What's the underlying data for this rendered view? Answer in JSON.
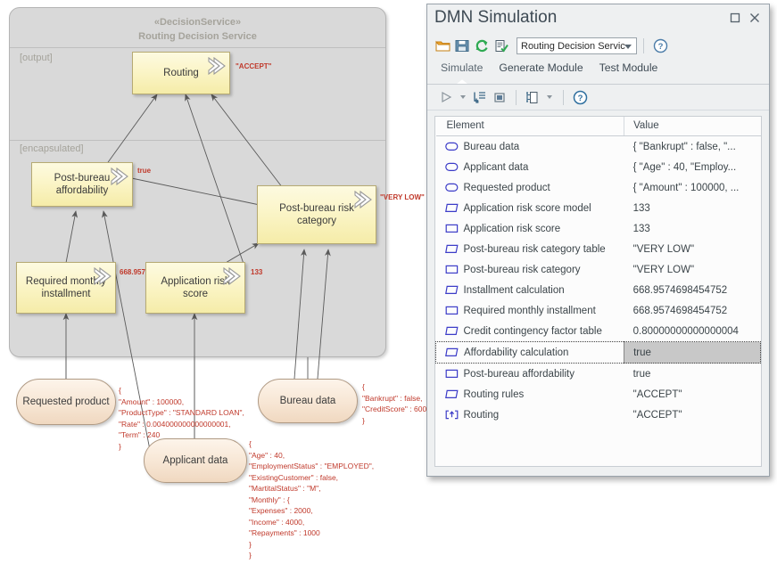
{
  "diagram": {
    "decision_service": {
      "stereotype": "«DecisionService»",
      "name": "Routing Decision Service",
      "output_label": "[output]",
      "encapsulated_label": "[encapsulated]"
    },
    "decisions": [
      {
        "id": "routing",
        "label": "Routing"
      },
      {
        "id": "post-bureau-affordability",
        "label": "Post-bureau\naffordability"
      },
      {
        "id": "post-bureau-risk-category",
        "label": "Post-bureau risk category"
      },
      {
        "id": "required-monthly-installment",
        "label": "Required monthly\ninstallment"
      },
      {
        "id": "application-risk-score",
        "label": "Application risk score"
      }
    ],
    "input_data": [
      {
        "id": "requested-product",
        "label": "Requested product"
      },
      {
        "id": "applicant-data",
        "label": "Applicant data"
      },
      {
        "id": "bureau-data",
        "label": "Bureau data"
      }
    ],
    "annotations": {
      "routing": "\"ACCEPT\"",
      "post_bureau_affordability": "true",
      "post_bureau_risk_category": "\"VERY LOW\"",
      "required_monthly_installment": "668.9574698454752",
      "application_risk_score": "133",
      "requested_product_value": "{\n\"Amount\" : 100000,\n\"ProductType\" : \"STANDARD LOAN\",\n\"Rate\" : 0.004000000000000001,\n\"Term\" : 240\n}",
      "applicant_data_value": "{\n\"Age\" : 40,\n\"EmploymentStatus\" : \"EMPLOYED\",\n\"ExistingCustomer\" : false,\n\"MartitalStatus\" : \"M\",\n\"Monthly\" : {\n\"Expenses\" : 2000,\n\"Income\" : 4000,\n\"Repayments\" : 1000\n}\n}",
      "bureau_data_value": "{\n\"Bankrupt\" : false,\n\"CreditScore\" : 600\n}"
    },
    "colors": {
      "decision_fill": "#fbf5c8",
      "decision_border": "#b6aa73",
      "input_fill": "#f7e6d4",
      "input_border": "#b09a84",
      "service_fill": "#d9d9d9",
      "annotation_text": "#c0392b"
    }
  },
  "window": {
    "title": "DMN Simulation",
    "maximize_label": "❐",
    "close_label": "✕",
    "toolbar_primary": [
      {
        "name": "open-icon",
        "tooltip": "Open"
      },
      {
        "name": "save-icon",
        "tooltip": "Save"
      },
      {
        "name": "refresh-icon",
        "tooltip": "Refresh"
      },
      {
        "name": "validate-icon",
        "tooltip": "Validate"
      }
    ],
    "combo": {
      "value": "Routing Decision Servic",
      "options": [
        "Routing Decision Service"
      ]
    },
    "help_label": "?",
    "tabs": [
      {
        "id": "simulate",
        "label": "Simulate",
        "active": true
      },
      {
        "id": "generate-module",
        "label": "Generate Module",
        "active": false
      },
      {
        "id": "test-module",
        "label": "Test Module",
        "active": false
      }
    ],
    "toolbar_secondary": [
      {
        "name": "run-icon",
        "tooltip": "Run"
      },
      {
        "name": "step-into-icon",
        "tooltip": "Step Into"
      },
      {
        "name": "stop-icon",
        "tooltip": "Stop"
      },
      {
        "name": "new-dataset-icon",
        "tooltip": "New Dataset"
      },
      {
        "name": "help-icon",
        "tooltip": "Help"
      }
    ]
  },
  "table": {
    "columns": [
      "Element",
      "Value"
    ],
    "rows": [
      {
        "icon": "input-data-icon",
        "element": "Bureau data",
        "value": "{   \"Bankrupt\" : false,   \"...",
        "selected": false
      },
      {
        "icon": "input-data-icon",
        "element": "Applicant data",
        "value": "{   \"Age\" : 40,   \"Employ...",
        "selected": false
      },
      {
        "icon": "input-data-icon",
        "element": "Requested product",
        "value": "{   \"Amount\" : 100000,   ...",
        "selected": false
      },
      {
        "icon": "bkm-icon",
        "element": "Application risk score model",
        "value": "133",
        "selected": false
      },
      {
        "icon": "decision-icon",
        "element": "Application risk score",
        "value": "133",
        "selected": false
      },
      {
        "icon": "bkm-icon",
        "element": "Post-bureau risk category table",
        "value": "\"VERY LOW\"",
        "selected": false
      },
      {
        "icon": "decision-icon",
        "element": "Post-bureau risk category",
        "value": "\"VERY LOW\"",
        "selected": false
      },
      {
        "icon": "bkm-icon",
        "element": "Installment calculation",
        "value": "668.9574698454752",
        "selected": false
      },
      {
        "icon": "decision-icon",
        "element": "Required monthly installment",
        "value": "668.9574698454752",
        "selected": false
      },
      {
        "icon": "bkm-icon",
        "element": "Credit contingency factor table",
        "value": "0.80000000000000004",
        "selected": false
      },
      {
        "icon": "bkm-icon",
        "element": "Affordability calculation",
        "value": "true",
        "selected": true
      },
      {
        "icon": "decision-icon",
        "element": "Post-bureau affordability",
        "value": "true",
        "selected": false
      },
      {
        "icon": "bkm-icon",
        "element": "Routing rules",
        "value": "\"ACCEPT\"",
        "selected": false
      },
      {
        "icon": "output-icon",
        "element": "Routing",
        "value": "\"ACCEPT\"",
        "selected": false
      }
    ]
  }
}
